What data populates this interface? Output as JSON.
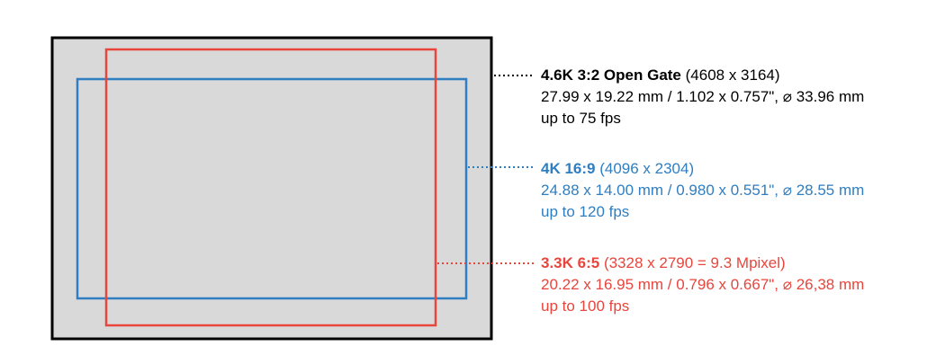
{
  "colors": {
    "frame_fill": "#d9d9d9",
    "frame_border": "#000000",
    "open_gate": "#000000",
    "k4": "#2f7ec1",
    "k3": "#e8453c"
  },
  "modes": [
    {
      "name": "4.6K 3:2 Open Gate",
      "resolution": "(4608 x 3164)",
      "dimensions": "27.99 x 19.22 mm / 1.102 x 0.757\", ⌀ 33.96 mm",
      "fps": "up to 75 fps"
    },
    {
      "name": "4K 16:9",
      "resolution": "(4096 x 2304)",
      "dimensions": "24.88 x 14.00 mm / 0.980 x 0.551\", ⌀ 28.55 mm",
      "fps": "up to 120 fps"
    },
    {
      "name": "3.3K 6:5",
      "resolution": "(3328 x 2790 = 9.3 Mpixel)",
      "dimensions": "20.22 x 16.95 mm / 0.796 x 0.667\", ⌀ 26,38 mm",
      "fps": "up to 100 fps"
    }
  ]
}
